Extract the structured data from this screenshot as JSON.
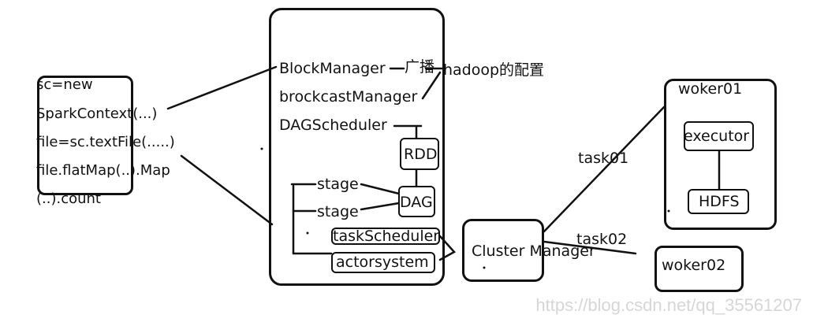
{
  "code": {
    "lines": [
      "sc=new",
      "SparkContext(...)",
      "file=sc.textFile(.....)",
      "file.flatMap(..).Map",
      "(..).count"
    ]
  },
  "driver": {
    "block_manager": "BlockManager",
    "broadcast_label": "广播",
    "hadoop_config": "hadoop的配置",
    "broadcast_manager": "brockcastManager",
    "dag_scheduler": "DAGScheduler",
    "rdd": "RDD",
    "dag": "DAG",
    "stage1": "stage",
    "stage2": "stage",
    "task_scheduler": "taskScheduler",
    "actor_system": "actorsystem"
  },
  "cluster_manager": "Cluster Manager",
  "tasks": {
    "task01": "task01",
    "task02": "task02"
  },
  "worker01": {
    "title": "woker01",
    "executor": "executor",
    "hdfs": "HDFS"
  },
  "worker02": {
    "title": "woker02"
  },
  "watermark": "https://blog.csdn.net/qq_35561207"
}
